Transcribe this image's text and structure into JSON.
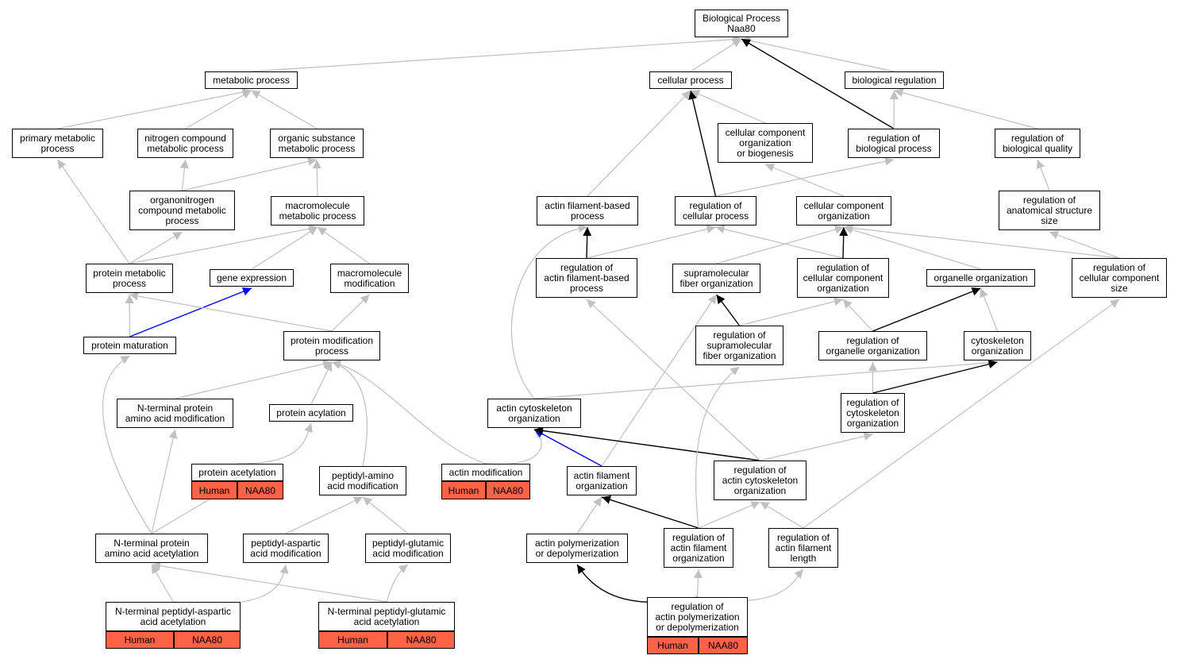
{
  "colors": {
    "edge_gray": "#c0c0c0",
    "edge_black": "#000000",
    "edge_blue": "#0000ff",
    "annotation_fill": "#ff6347"
  },
  "nodes": [
    {
      "id": "bp",
      "label": "Biological Process\nNaa80"
    },
    {
      "id": "metabolic",
      "label": "metabolic process"
    },
    {
      "id": "cellular",
      "label": "cellular process"
    },
    {
      "id": "bioreg",
      "label": "biological regulation"
    },
    {
      "id": "primary",
      "label": "primary metabolic\nprocess"
    },
    {
      "id": "nitrogen",
      "label": "nitrogen compound\nmetabolic process"
    },
    {
      "id": "organic",
      "label": "organic substance\nmetabolic process"
    },
    {
      "id": "ccob",
      "label": "cellular component\norganization\nor biogenesis"
    },
    {
      "id": "regbio",
      "label": "regulation of\nbiological process"
    },
    {
      "id": "regqual",
      "label": "regulation of\nbiological quality"
    },
    {
      "id": "orgnitro",
      "label": "organonitrogen\ncompound metabolic\nprocess"
    },
    {
      "id": "macromet",
      "label": "macromolecule\nmetabolic process"
    },
    {
      "id": "actinbased",
      "label": "actin filament-based\nprocess"
    },
    {
      "id": "regcell",
      "label": "regulation of\ncellular process"
    },
    {
      "id": "cco",
      "label": "cellular component\norganization"
    },
    {
      "id": "reganat",
      "label": "regulation of\nanatomical structure\nsize"
    },
    {
      "id": "protmet",
      "label": "protein metabolic\nprocess"
    },
    {
      "id": "geneexp",
      "label": "gene expression"
    },
    {
      "id": "macromod",
      "label": "macromolecule\nmodification"
    },
    {
      "id": "regafb",
      "label": "regulation of\nactin filament-based\nprocess"
    },
    {
      "id": "supra",
      "label": "supramolecular\nfiber organization"
    },
    {
      "id": "regcco",
      "label": "regulation of\ncellular component\norganization"
    },
    {
      "id": "organelle",
      "label": "organelle organization"
    },
    {
      "id": "regccsize",
      "label": "regulation of\ncellular component\nsize"
    },
    {
      "id": "protmat",
      "label": "protein maturation"
    },
    {
      "id": "protmod",
      "label": "protein modification\nprocess"
    },
    {
      "id": "regsupra",
      "label": "regulation of\nsupramolecular\nfiber organization"
    },
    {
      "id": "regorg",
      "label": "regulation of\norganelle organization"
    },
    {
      "id": "cytoorg",
      "label": "cytoskeleton\norganization"
    },
    {
      "id": "ntermmod",
      "label": "N-terminal protein\namino acid modification"
    },
    {
      "id": "protacyl",
      "label": "protein acylation"
    },
    {
      "id": "actincyto",
      "label": "actin cytoskeleton\norganization"
    },
    {
      "id": "regcyto",
      "label": "regulation of\ncytoskeleton\norganization"
    },
    {
      "id": "protacet",
      "label": "protein acetylation"
    },
    {
      "id": "peptidylamino",
      "label": "peptidyl-amino\nacid modification"
    },
    {
      "id": "actinmod",
      "label": "actin modification"
    },
    {
      "id": "actinfil",
      "label": "actin filament\norganization"
    },
    {
      "id": "regactincyto",
      "label": "regulation of\nactin cytoskeleton\norganization"
    },
    {
      "id": "ntermacet",
      "label": "N-terminal protein\namino acid acetylation"
    },
    {
      "id": "aspartic",
      "label": "peptidyl-aspartic\nacid modification"
    },
    {
      "id": "glutamic",
      "label": "peptidyl-glutamic\nacid modification"
    },
    {
      "id": "actinpoly",
      "label": "actin polymerization\nor depolymerization"
    },
    {
      "id": "regactinfil",
      "label": "regulation of\nactin filament\norganization"
    },
    {
      "id": "regactinlen",
      "label": "regulation of\nactin filament\nlength"
    },
    {
      "id": "ntermasp",
      "label": "N-terminal peptidyl-aspartic\nacid acetylation"
    },
    {
      "id": "ntermglu",
      "label": "N-terminal peptidyl-glutamic\nacid acetylation"
    },
    {
      "id": "regactinpoly",
      "label": "regulation of\nactin polymerization\nor depolymerization"
    }
  ],
  "annotations": [
    {
      "node": "protacet",
      "species": "Human",
      "gene": "NAA80"
    },
    {
      "node": "actinmod",
      "species": "Human",
      "gene": "NAA80"
    },
    {
      "node": "ntermasp",
      "species": "Human",
      "gene": "NAA80"
    },
    {
      "node": "ntermglu",
      "species": "Human",
      "gene": "NAA80"
    },
    {
      "node": "regactinpoly",
      "species": "Human",
      "gene": "NAA80"
    }
  ],
  "edges": [
    {
      "from": "metabolic",
      "to": "bp",
      "color": "gray"
    },
    {
      "from": "cellular",
      "to": "bp",
      "color": "gray"
    },
    {
      "from": "bioreg",
      "to": "bp",
      "color": "gray"
    },
    {
      "from": "regbio",
      "to": "bp",
      "color": "black"
    },
    {
      "from": "primary",
      "to": "metabolic",
      "color": "gray"
    },
    {
      "from": "nitrogen",
      "to": "metabolic",
      "color": "gray"
    },
    {
      "from": "organic",
      "to": "metabolic",
      "color": "gray"
    },
    {
      "from": "ccob",
      "to": "cellular",
      "color": "gray"
    },
    {
      "from": "regcell",
      "to": "cellular",
      "color": "black"
    },
    {
      "from": "actinbased",
      "to": "cellular",
      "color": "gray"
    },
    {
      "from": "regbio",
      "to": "bioreg",
      "color": "gray"
    },
    {
      "from": "regqual",
      "to": "bioreg",
      "color": "gray"
    },
    {
      "from": "orgnitro",
      "to": "nitrogen",
      "color": "gray"
    },
    {
      "from": "orgnitro",
      "to": "organic",
      "color": "gray"
    },
    {
      "from": "macromet",
      "to": "organic",
      "color": "gray"
    },
    {
      "from": "cco",
      "to": "ccob",
      "color": "gray"
    },
    {
      "from": "regcell",
      "to": "regbio",
      "color": "gray"
    },
    {
      "from": "reganat",
      "to": "regqual",
      "color": "gray"
    },
    {
      "from": "protmet",
      "to": "primary",
      "color": "gray"
    },
    {
      "from": "protmet",
      "to": "orgnitro",
      "color": "gray"
    },
    {
      "from": "protmet",
      "to": "macromet",
      "color": "gray"
    },
    {
      "from": "geneexp",
      "to": "macromet",
      "color": "gray"
    },
    {
      "from": "macromod",
      "to": "macromet",
      "color": "gray"
    },
    {
      "from": "regafb",
      "to": "actinbased",
      "color": "black"
    },
    {
      "from": "regafb",
      "to": "regcell",
      "color": "gray"
    },
    {
      "from": "regcco",
      "to": "regcell",
      "color": "gray"
    },
    {
      "from": "supra",
      "to": "cco",
      "color": "gray"
    },
    {
      "from": "regcco",
      "to": "cco",
      "color": "black"
    },
    {
      "from": "organelle",
      "to": "cco",
      "color": "gray"
    },
    {
      "from": "regccsize",
      "to": "cco",
      "color": "gray"
    },
    {
      "from": "regccsize",
      "to": "reganat",
      "color": "gray"
    },
    {
      "from": "protmat",
      "to": "protmet",
      "color": "gray"
    },
    {
      "from": "protmat",
      "to": "geneexp",
      "color": "blue"
    },
    {
      "from": "protmod",
      "to": "protmet",
      "color": "gray"
    },
    {
      "from": "protmod",
      "to": "macromod",
      "color": "gray"
    },
    {
      "from": "regsupra",
      "to": "supra",
      "color": "black"
    },
    {
      "from": "regsupra",
      "to": "regcco",
      "color": "gray"
    },
    {
      "from": "regorg",
      "to": "regcco",
      "color": "gray"
    },
    {
      "from": "regorg",
      "to": "organelle",
      "color": "black"
    },
    {
      "from": "cytoorg",
      "to": "organelle",
      "color": "gray"
    },
    {
      "from": "ntermmod",
      "to": "protmod",
      "color": "gray"
    },
    {
      "from": "protacyl",
      "to": "protmod",
      "color": "gray"
    },
    {
      "from": "peptidylamino",
      "to": "protmod",
      "color": "gray",
      "curve": [
        470,
        520,
        460,
        470
      ]
    },
    {
      "from": "actinmod",
      "to": "protmod",
      "color": "gray",
      "curve": [
        540,
        560,
        480,
        470
      ]
    },
    {
      "from": "actincyto",
      "to": "actinbased",
      "color": "gray",
      "curve": [
        620,
        440,
        640,
        300
      ]
    },
    {
      "from": "actincyto",
      "to": "cytoorg",
      "color": "gray"
    },
    {
      "from": "regcyto",
      "to": "regorg",
      "color": "gray"
    },
    {
      "from": "regcyto",
      "to": "cytoorg",
      "color": "black"
    },
    {
      "from": "protacet",
      "to": "protacyl",
      "color": "gray",
      "curve": [
        380,
        585,
        385,
        555
      ]
    },
    {
      "from": "actinmod",
      "to": "actincyto",
      "color": "gray",
      "curve": [
        690,
        590,
        690,
        555
      ]
    },
    {
      "from": "actinfil",
      "to": "actincyto",
      "color": "blue"
    },
    {
      "from": "actinfil",
      "to": "supra",
      "color": "gray"
    },
    {
      "from": "regactincyto",
      "to": "actincyto",
      "color": "black"
    },
    {
      "from": "regactincyto",
      "to": "regafb",
      "color": "gray"
    },
    {
      "from": "regactincyto",
      "to": "regcyto",
      "color": "gray"
    },
    {
      "from": "ntermacet",
      "to": "ntermmod",
      "color": "gray"
    },
    {
      "from": "ntermacet",
      "to": "protacet",
      "color": "gray"
    },
    {
      "from": "ntermacet",
      "to": "protmat",
      "color": "gray",
      "curve": [
        120,
        560,
        110,
        480
      ]
    },
    {
      "from": "aspartic",
      "to": "peptidylamino",
      "color": "gray"
    },
    {
      "from": "glutamic",
      "to": "peptidylamino",
      "color": "gray"
    },
    {
      "from": "actinpoly",
      "to": "actinfil",
      "color": "gray"
    },
    {
      "from": "regactinfil",
      "to": "actinfil",
      "color": "black"
    },
    {
      "from": "regactinfil",
      "to": "regactincyto",
      "color": "gray"
    },
    {
      "from": "regactinfil",
      "to": "regsupra",
      "color": "gray",
      "curve": [
        870,
        570,
        880,
        500
      ]
    },
    {
      "from": "regactinlen",
      "to": "regactincyto",
      "color": "gray"
    },
    {
      "from": "regactinlen",
      "to": "regccsize",
      "color": "gray"
    },
    {
      "from": "ntermasp",
      "to": "ntermacet",
      "color": "gray"
    },
    {
      "from": "ntermasp",
      "to": "aspartic",
      "color": "gray",
      "curve": [
        340,
        770,
        355,
        740
      ]
    },
    {
      "from": "ntermglu",
      "to": "ntermacet",
      "color": "gray"
    },
    {
      "from": "ntermglu",
      "to": "glutamic",
      "color": "gray",
      "curve": [
        490,
        750,
        495,
        725
      ]
    },
    {
      "from": "regactinpoly",
      "to": "actinpoly",
      "color": "black",
      "curve": [
        770,
        775,
        740,
        730
      ]
    },
    {
      "from": "regactinpoly",
      "to": "regactinfil",
      "color": "gray"
    },
    {
      "from": "regactinpoly",
      "to": "regactinlen",
      "color": "gray",
      "curve": [
        990,
        770,
        1000,
        730
      ]
    }
  ]
}
